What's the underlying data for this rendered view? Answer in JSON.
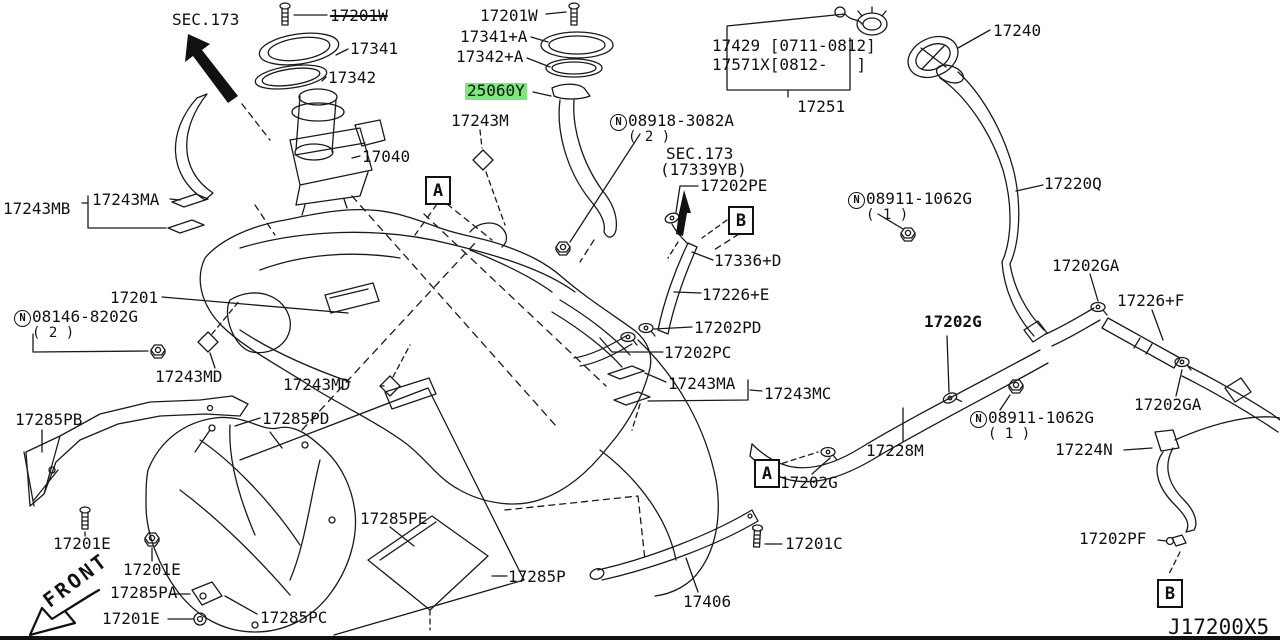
{
  "title": "Fuel tank and piping parts diagram",
  "diagram_code": "J17200X5",
  "highlight_color": "#7ce87c",
  "front_label": "FRONT",
  "glyphs": {
    "n": "N"
  },
  "callouts": {
    "a": "A",
    "b": "B"
  },
  "labels": [
    {
      "text": "SEC.173"
    },
    {
      "text": "17201W"
    },
    {
      "text": "17341"
    },
    {
      "text": "17342"
    },
    {
      "text": "17201W"
    },
    {
      "text": "17341+A"
    },
    {
      "text": "17342+A"
    },
    {
      "text": "25060Y"
    },
    {
      "text": "17243M"
    },
    {
      "text": "17040"
    },
    {
      "text": "17429 [0711-0812]"
    },
    {
      "text": "17571X[0812-   ]"
    },
    {
      "text": "17251"
    },
    {
      "text": "17240"
    },
    {
      "text": "08918-3082A"
    },
    {
      "text": "( 2 )"
    },
    {
      "text": "SEC.173"
    },
    {
      "text": "(17339YB)"
    },
    {
      "text": "17202PE"
    },
    {
      "text": "17336+D"
    },
    {
      "text": "17226+E"
    },
    {
      "text": "08911-1062G"
    },
    {
      "text": "( 1 )"
    },
    {
      "text": "17220Q"
    },
    {
      "text": "17202PD"
    },
    {
      "text": "17202PC"
    },
    {
      "text": "17202GA"
    },
    {
      "text": "17226+F"
    },
    {
      "text": "17202G"
    },
    {
      "text": "17243MB"
    },
    {
      "text": "17243MA"
    },
    {
      "text": "17201"
    },
    {
      "text": "08146-8202G"
    },
    {
      "text": "( 2 )"
    },
    {
      "text": "17243MD"
    },
    {
      "text": "17243MD"
    },
    {
      "text": "17243MA"
    },
    {
      "text": "17243MC"
    },
    {
      "text": "17285PB"
    },
    {
      "text": "17285PD"
    },
    {
      "text": "17285PE"
    },
    {
      "text": "17285P"
    },
    {
      "text": "17202G"
    },
    {
      "text": "17228M"
    },
    {
      "text": "08911-1062G"
    },
    {
      "text": "( 1 )"
    },
    {
      "text": "17224N"
    },
    {
      "text": "17202GA"
    },
    {
      "text": "17201C"
    },
    {
      "text": "17406"
    },
    {
      "text": "17202PF"
    },
    {
      "text": "17201E"
    },
    {
      "text": "17201E"
    },
    {
      "text": "17285PA"
    },
    {
      "text": "17201E"
    },
    {
      "text": "17285PC"
    }
  ]
}
